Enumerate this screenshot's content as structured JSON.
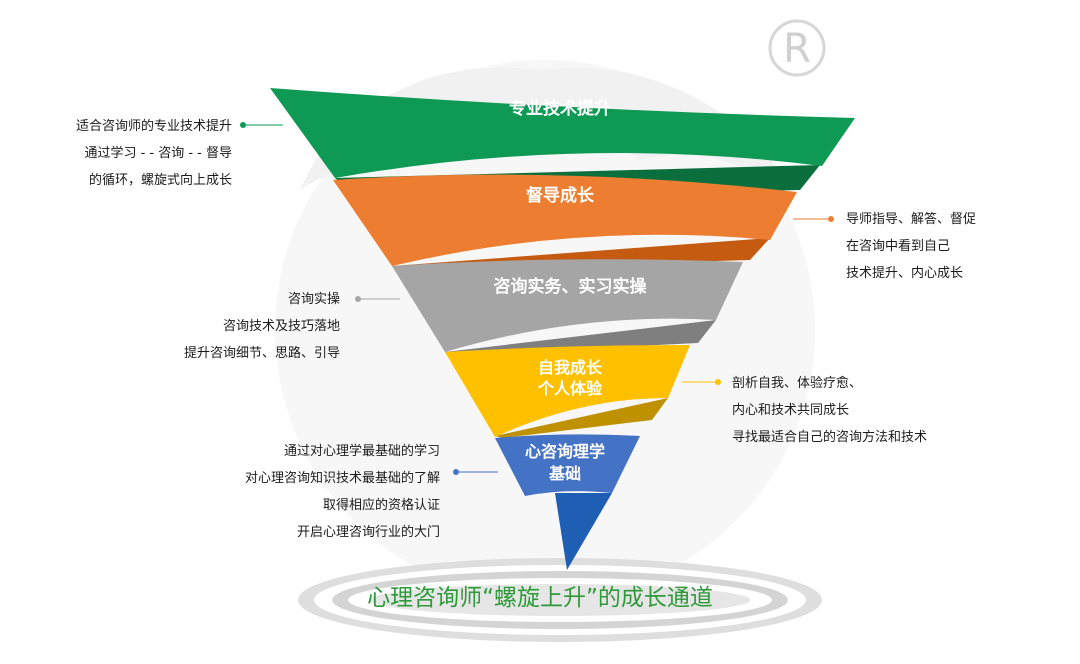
{
  "stages": [
    {
      "label": "专业技术提升",
      "color": "#0e9a54",
      "band_color": "#0b6f3d"
    },
    {
      "label": "督导成长",
      "color": "#ed7d31",
      "band_color": "#c55a11"
    },
    {
      "label": "咨询实务、实习实操",
      "color": "#a5a5a5",
      "band_color": "#7f7f7f"
    },
    {
      "label_line1": "自我成长",
      "label_line2": "个人体验",
      "color": "#ffc000",
      "band_color": "#bf9000"
    },
    {
      "label_line1": "心咨询理学",
      "label_line2": "基础",
      "color": "#4472c4",
      "band_color": "#2e5aa8"
    }
  ],
  "annotations": {
    "a1": [
      "适合咨询师的专业技术提升",
      "通过学习 - - 咨询 - - 督导",
      "的循环，螺旋式向上成长"
    ],
    "a2": [
      "导师指导、解答、督促",
      "在咨询中看到自己",
      "技术提升、内心成长"
    ],
    "a3": [
      "咨询实操",
      "咨询技术及技巧落地",
      "提升咨询细节、思路、引导"
    ],
    "a4": [
      "剖析自我、体验疗愈、",
      "内心和技术共同成长",
      "寻找最适合自己的咨询方法和技术"
    ],
    "a5": [
      "通过对心理学最基础的学习",
      "对心理咨询知识技术最基础的了解",
      "取得相应的资格认证",
      "开启心理咨询行业的大门"
    ]
  },
  "title": "心理咨询师“螺旋上升”的成长通道",
  "registered_mark": "R",
  "colors": {
    "title": "#2e9a3a",
    "ring": "#d9d9d9",
    "watermark": "#eeeeee"
  }
}
